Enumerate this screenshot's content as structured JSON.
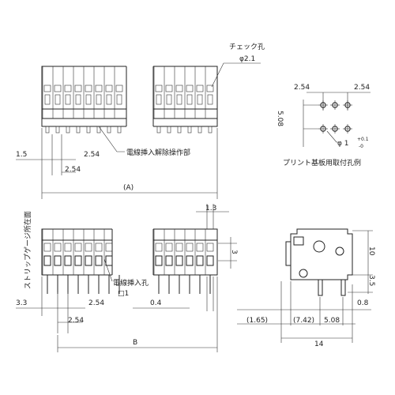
{
  "labels": {
    "check_hole": "チェック孔",
    "check_hole_dia": "φ2.1",
    "pcb_pitch_left": "2.54",
    "pcb_pitch_right": "2.54",
    "pcb_vertical_pitch": "5.08",
    "pcb_hole_dia": "φ 1",
    "pcb_hole_tol_plus": "+0.1",
    "pcb_hole_tol_minus": "-0",
    "pcb_caption": "プリント基板用取付孔例",
    "release_part": "電線挿入解除操作部",
    "top_left_offset": "1.5",
    "top_pitch_a": "2.54",
    "top_pitch_b": "2.54",
    "top_length": "(A)",
    "strip_gauge": "ストリップゲージ所在面",
    "dim_1_3": "1.3",
    "dim_3": "3",
    "wire_hole": "電線挿入孔",
    "wire_hole_size": "□1",
    "front_left_offset": "3.3",
    "front_pitch_a": "2.54",
    "front_pitch_b": "2.54",
    "front_dim_0_4": "0.4",
    "front_length": "B",
    "side_1_65": "(1.65)",
    "side_7_42": "(7.42)",
    "side_5_08": "5.08",
    "side_0_8": "0.8",
    "side_14": "14",
    "side_10": "10",
    "side_3_5": "3.5"
  }
}
